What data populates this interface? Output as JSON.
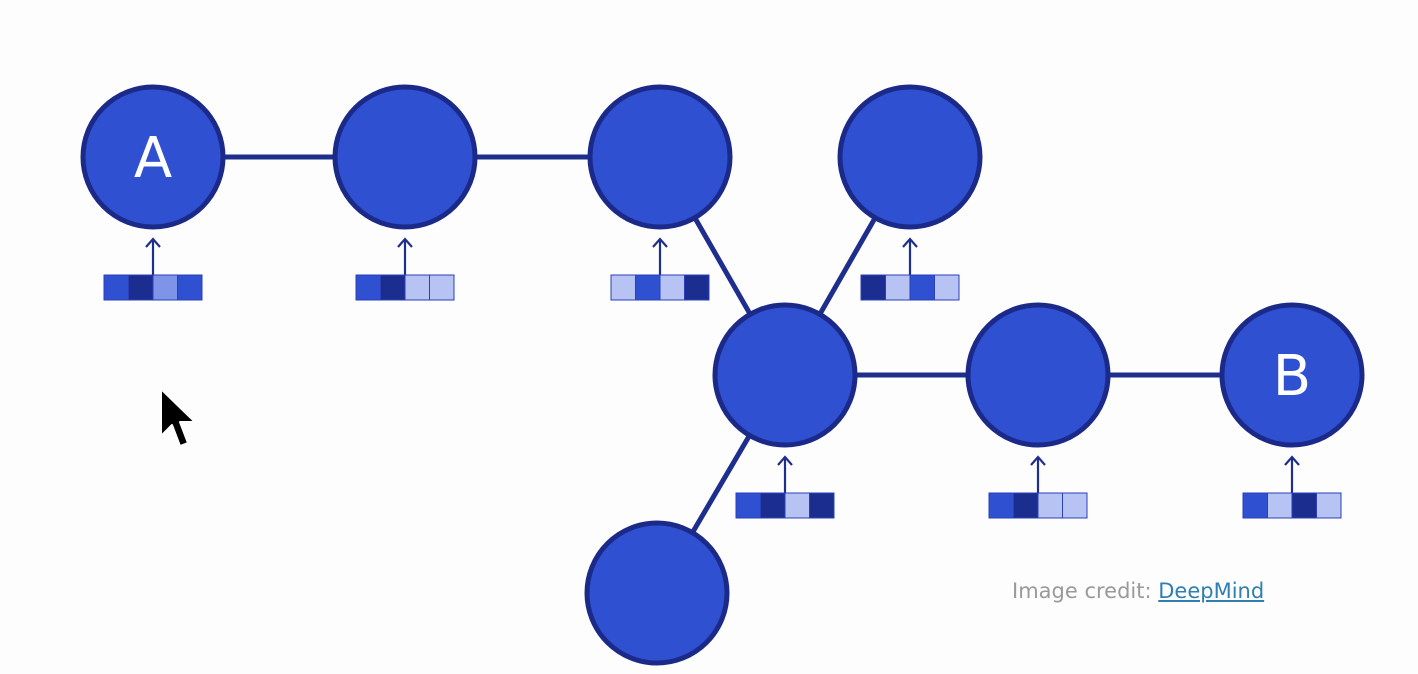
{
  "nodes": [
    {
      "id": "n-a",
      "label": "A"
    },
    {
      "id": "n-2",
      "label": ""
    },
    {
      "id": "n-3",
      "label": ""
    },
    {
      "id": "n-4",
      "label": ""
    },
    {
      "id": "n-hub",
      "label": ""
    },
    {
      "id": "n-6",
      "label": ""
    },
    {
      "id": "n-b",
      "label": "B"
    },
    {
      "id": "n-bottom",
      "label": ""
    }
  ],
  "edges": [
    [
      "n-a",
      "n-2"
    ],
    [
      "n-2",
      "n-3"
    ],
    [
      "n-3",
      "n-hub"
    ],
    [
      "n-4",
      "n-hub"
    ],
    [
      "n-hub",
      "n-6"
    ],
    [
      "n-6",
      "n-b"
    ],
    [
      "n-hub",
      "n-bottom"
    ]
  ],
  "embeddings": [
    {
      "node": "n-a",
      "cells": [
        2,
        3,
        1,
        2
      ]
    },
    {
      "node": "n-2",
      "cells": [
        2,
        3,
        0,
        0
      ]
    },
    {
      "node": "n-3",
      "cells": [
        0,
        2,
        0,
        3
      ]
    },
    {
      "node": "n-4",
      "cells": [
        3,
        0,
        2,
        0
      ]
    },
    {
      "node": "n-hub",
      "cells": [
        2,
        3,
        0,
        3
      ]
    },
    {
      "node": "n-6",
      "cells": [
        2,
        3,
        0,
        0
      ]
    },
    {
      "node": "n-b",
      "cells": [
        2,
        0,
        3,
        0
      ]
    }
  ],
  "colors": {
    "node_fill": "#2f50d1",
    "node_stroke": "#1b2a88",
    "edge": "#1e2e8c",
    "arrow": "#1e2e8c",
    "cell_levels": [
      "#b6c3f3",
      "#7d94e8",
      "#2f50d1",
      "#1b2d8f"
    ]
  },
  "credit": {
    "prefix": "Image credit: ",
    "link_text": "DeepMind"
  },
  "cursor": {
    "icon": "arrow-cursor-icon"
  }
}
